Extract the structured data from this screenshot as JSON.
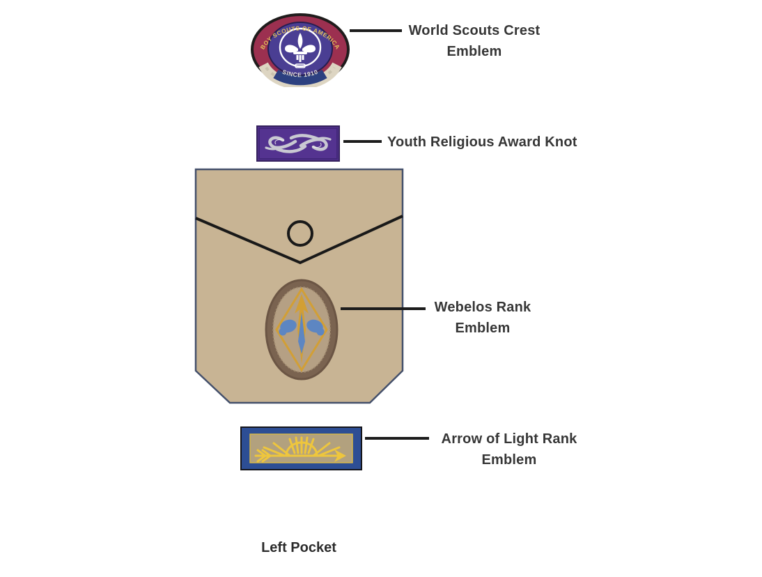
{
  "page": {
    "background": "#ffffff",
    "caption": "Left Pocket"
  },
  "labels": {
    "world_crest": {
      "line1": "World Scouts Crest",
      "line2": "Emblem"
    },
    "religious_knot": {
      "line1": "Youth Religious Award Knot"
    },
    "webelos": {
      "line1": "Webelos Rank",
      "line2": "Emblem"
    },
    "arrow_of_light": {
      "line1": "Arrow of Light Rank",
      "line2": "Emblem"
    }
  },
  "emblems": {
    "world_crest": {
      "text_arc_top": "BOY SCOUTS OF AMERICA",
      "text_banner_bottom": "SINCE 1910",
      "ring_color": "#9c3050",
      "center_color": "#4a3e93",
      "banner_color": "#2c4080",
      "fleur_color": "#ffffff"
    },
    "religious_knot": {
      "patch_color": "#543390",
      "knot_color": "#c9c9d2"
    },
    "webelos": {
      "border_color": "#7a6350",
      "field_color": "#b5a084",
      "diamond_color": "#d29f35",
      "fleur_color": "#5d86c2"
    },
    "arrow_of_light": {
      "frame_color": "#2d4e94",
      "field_color": "#b2a17e",
      "arrow_color": "#eec63d"
    }
  },
  "pocket": {
    "fill": "#c8b494",
    "border": "#44506b",
    "flap_line_color": "#191919"
  }
}
